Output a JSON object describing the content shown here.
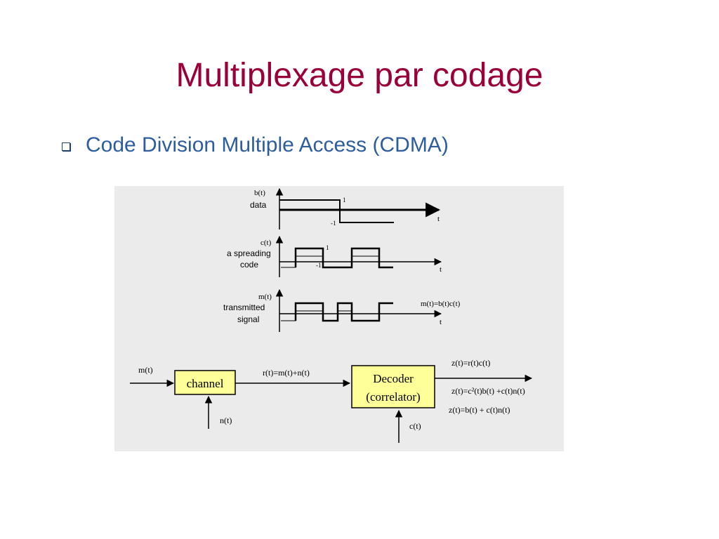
{
  "slide": {
    "title": "Multiplexage par codage",
    "bullet": "Code Division Multiple Access (CDMA)"
  },
  "diagram": {
    "data_plot": {
      "symbol": "b(t)",
      "label": "data",
      "high": "1",
      "low": "-1",
      "axis": "t"
    },
    "code_plot": {
      "symbol": "c(t)",
      "label_line1": "a spreading",
      "label_line2": "code",
      "high": "1",
      "low": "-1",
      "axis": "t"
    },
    "signal_plot": {
      "symbol": "m(t)",
      "label_line1": "transmitted",
      "label_line2": "signal",
      "equation": "m(t)=b(t)c(t)",
      "axis": "t"
    },
    "block": {
      "input": "m(t)",
      "channel": "channel",
      "noise": "n(t)",
      "received": "r(t)=m(t)+n(t)",
      "decoder_line1": "Decoder",
      "decoder_line2": "(correlator)",
      "code_in": "c(t)",
      "out1": "z(t)=r(t)c(t)",
      "out2": "z(t)=c²(t)b(t) +c(t)n(t)",
      "out3": "z(t)=b(t) + c(t)n(t)"
    },
    "colors": {
      "box_fill": "#ffff99",
      "background": "#ebebeb"
    }
  }
}
